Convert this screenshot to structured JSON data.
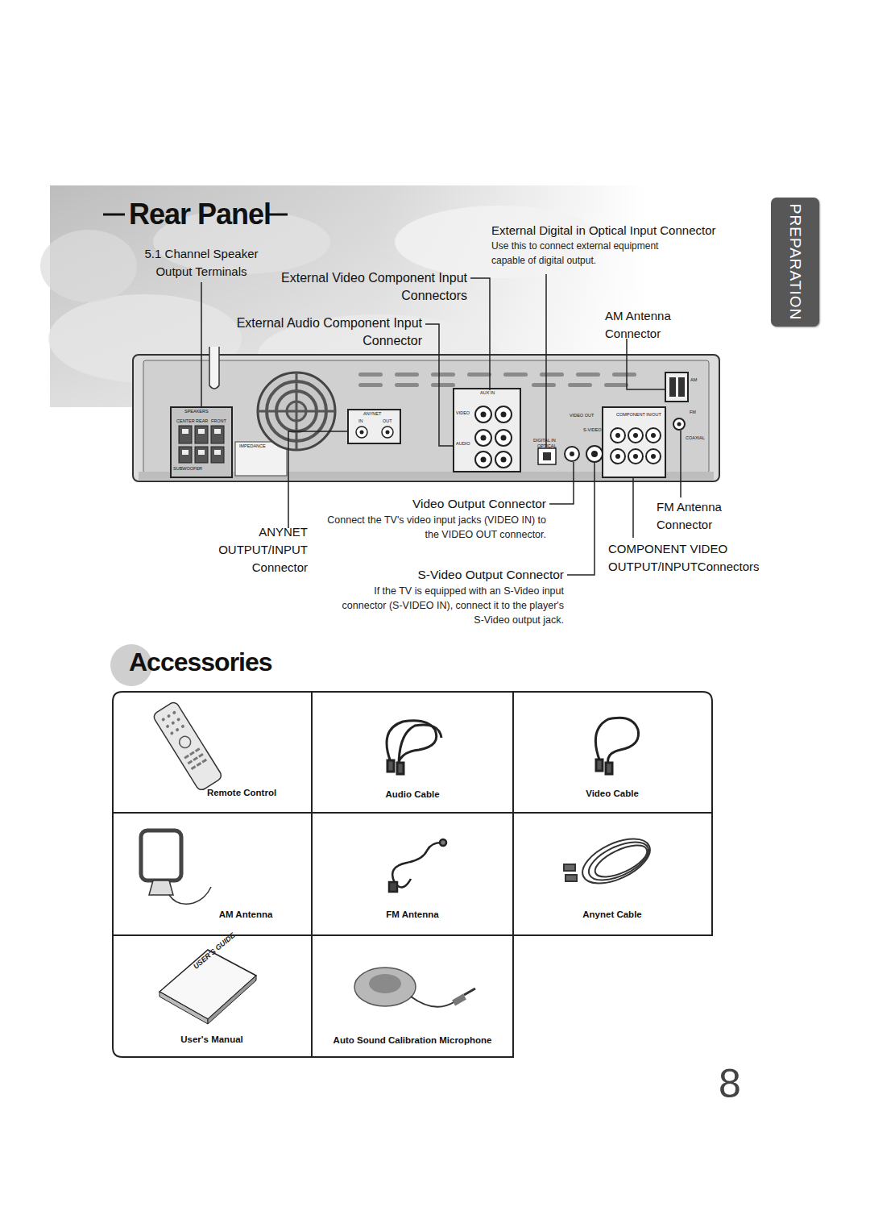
{
  "diagram": {
    "title": "Rear Panel",
    "nodes": [
      {
        "text": [
          "PREPARATION"
        ]
      }
    ],
    "labels": [
      "5.1 Channel Speaker Output Terminals",
      "External Video Component Input Connectors",
      "External Audio Component Input Connector",
      "External Digital in Optical Input Connector",
      "Use this to connect external equipment capable of digital output.",
      "AM Antenna Connector",
      "Video Output Connector",
      "Connect the TV's video input jacks (VIDEO IN) to the VIDEO OUT connector.",
      "ANYNET OUTPUT/INPUT Connector",
      "S-Video Output Connector",
      "If the TV is equipped with an S-Video input connector (S-VIDEO IN), connect it to the player's S-Video output jack.",
      "FM Antenna Connector",
      "COMPONENT VIDEO OUTPUT/INPUTConnectors",
      "Accessories",
      "Remote Control",
      "Audio Cable",
      "Video Cable",
      "AM Antenna",
      "FM Antenna",
      "Anynet Cable",
      "User's Manual",
      "Auto Sound Calibration Microphone",
      "8",
      "SPEAKERS",
      "CENTER",
      "REAR",
      "FRONT",
      "SUBWOOFER",
      "IMPEDANCE",
      "ANYNET",
      "IN",
      "OUT",
      "AUX IN",
      "VIDEO",
      "AUDIO",
      "DIGITAL IN",
      "OPTICAL",
      "VIDEO OUT",
      "S-VIDEO",
      "COMPONENT IN/OUT",
      "AM",
      "FM",
      "COAXIAL",
      "USER'S GUIDE"
    ]
  }
}
